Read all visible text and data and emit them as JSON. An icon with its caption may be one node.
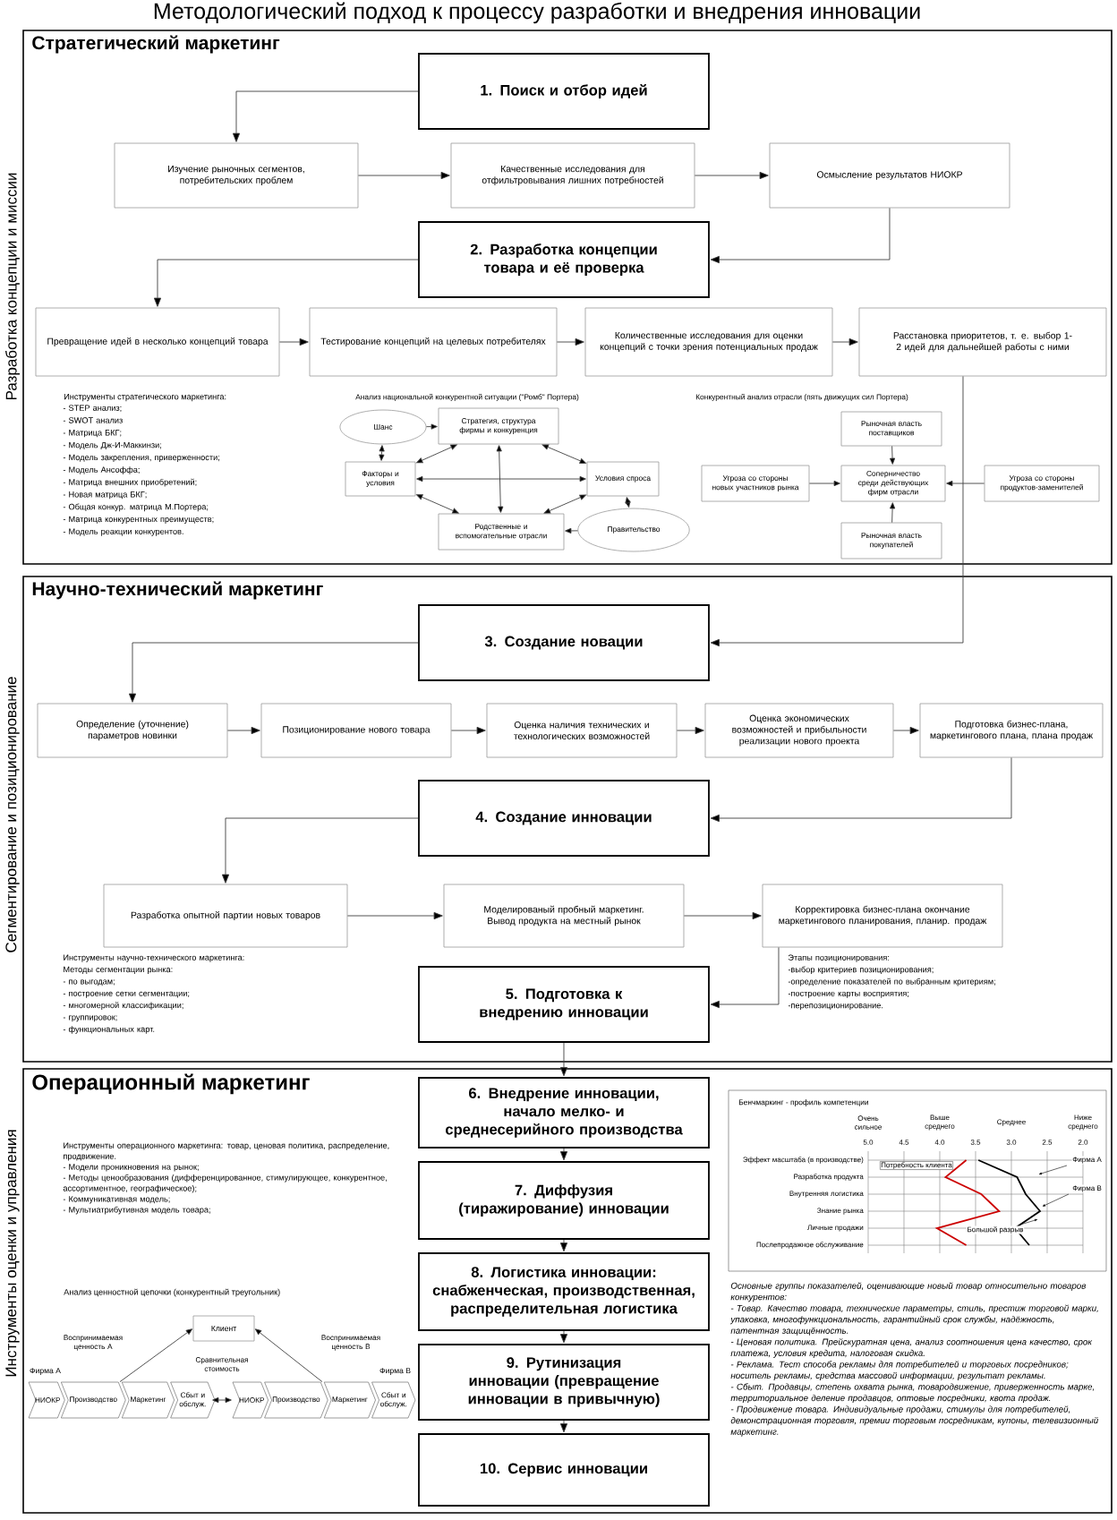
{
  "diagram": {
    "title": "Методологический подход к процессу разработки и внедрения инновации",
    "nodes": [
      {
        "text": [
          "Стратегический маркетинг"
        ],
        "beside": [
          "Разработка концепции и миссии"
        ]
      },
      {
        "text": [
          "1. Поиск и отбор идей"
        ],
        "in": 0
      },
      {
        "text": [
          "Изучение рыночных сегментов, потребительских проблем"
        ],
        "in": 0
      },
      {
        "text": [
          "Качественные исследования для отфильтровывания лишних потребностей"
        ],
        "in": 0
      },
      {
        "text": [
          "Осмысление результатов НИОКР"
        ],
        "in": 0
      },
      {
        "text": [
          "2. Разработка концепции товара и её проверка"
        ],
        "in": 0
      },
      {
        "text": [
          "Превращение идей в несколько концепций товара"
        ],
        "in": 0
      },
      {
        "text": [
          "Тестирование концепций на целевых потребителях"
        ],
        "in": 0
      },
      {
        "text": [
          "Количественные исследования для оценки концепций с точки зрения потенциальных продаж"
        ],
        "in": 0
      },
      {
        "text": [
          "Расстановка приоритетов, т. е. выбор 1-2 идей для дальнейшей работы с ними"
        ],
        "in": 0
      },
      {
        "text": [
          "Шанс"
        ],
        "in": 0
      },
      {
        "text": [
          "Стратегия, структура фирмы и конкуренция"
        ],
        "in": 0
      },
      {
        "text": [
          "Факторы и условия"
        ],
        "in": 0
      },
      {
        "text": [
          "Условия спроса"
        ],
        "in": 0
      },
      {
        "text": [
          "Родственные и вспомогательные отрасли"
        ],
        "in": 0
      },
      {
        "text": [
          "Правительство"
        ],
        "in": 0
      },
      {
        "text": [
          "Рыночная власть поставщиков"
        ],
        "in": 0
      },
      {
        "text": [
          "Угроза со стороны новых участников рынка"
        ],
        "in": 0
      },
      {
        "text": [
          "Соперничество среди действующих фирм отрасли"
        ],
        "in": 0
      },
      {
        "text": [
          "Угроза со стороны продуктов-заменителей"
        ],
        "in": 0
      },
      {
        "text": [
          "Рыночная власть покупателей"
        ],
        "in": 0
      },
      {
        "text": [
          "Научно-технический маркетинг"
        ],
        "beside": [
          "Сегментирование и позиционирование"
        ]
      },
      {
        "text": [
          "3. Создание новации"
        ],
        "in": 21
      },
      {
        "text": [
          "Определение (уточнение) параметров новинки"
        ],
        "in": 21
      },
      {
        "text": [
          "Позиционирование нового товара"
        ],
        "in": 21
      },
      {
        "text": [
          "Оценка наличия технических и технологических возможностей"
        ],
        "in": 21
      },
      {
        "text": [
          "Оценка экономических возможностей и прибыльности реализации нового проекта"
        ],
        "in": 21
      },
      {
        "text": [
          "Подготовка бизнес-плана, маркетингового плана, плана продаж"
        ],
        "in": 21
      },
      {
        "text": [
          "4. Создание инновации"
        ],
        "in": 21
      },
      {
        "text": [
          "Разработка опытной партии новых товаров"
        ],
        "in": 21
      },
      {
        "text": [
          "Моделированый пробный маркетинг. Вывод продукта на местный рынок"
        ],
        "in": 21
      },
      {
        "text": [
          "Корректировка бизнес-плана окончание маркетингового планирования, планир. продаж"
        ],
        "in": 21
      },
      {
        "text": [
          "5. Подготовка к внедрению инновации"
        ],
        "in": 21
      },
      {
        "text": [
          "Операционный маркетинг"
        ],
        "beside": [
          "Инструменты оценки и управления"
        ]
      },
      {
        "text": [
          "6. Внедрение инновации, начало мелко- и среднесерийного производства"
        ],
        "in": 33
      },
      {
        "text": [
          "7. Диффузия (тиражирование) инновации"
        ],
        "in": 33
      },
      {
        "text": [
          "8. Логистика инновации: снабженческая, производственная, распределительная логистика"
        ],
        "in": 33
      },
      {
        "text": [
          "9. Рутинизация инновации (превращение инновации в привычную)"
        ],
        "in": 33
      },
      {
        "text": [
          "10. Сервис инновации"
        ],
        "in": 33
      },
      {
        "text": [
          "Клиент"
        ],
        "in": 33
      },
      {
        "text": [
          "НИОКР",
          "Производство",
          "Маркетинг",
          "Сбыт и обслуж."
        ],
        "beside": [
          "Фирма А"
        ],
        "in": 33
      },
      {
        "text": [
          "НИОКР",
          "Производство",
          "Маркетинг",
          "Сбыт и обслуж."
        ],
        "beside": [
          "Фирма В"
        ],
        "in": 33
      }
    ],
    "edges": [
      {
        "from": 1,
        "to": 2,
        "arrow": "to"
      },
      {
        "from": 2,
        "to": 3,
        "arrow": "to"
      },
      {
        "from": 3,
        "to": 4,
        "arrow": "to"
      },
      {
        "from": 4,
        "to": 5,
        "arrow": "to"
      },
      {
        "from": 5,
        "to": 6,
        "arrow": "to"
      },
      {
        "from": 6,
        "to": 7,
        "arrow": "to"
      },
      {
        "from": 7,
        "to": 8,
        "arrow": "to"
      },
      {
        "from": 8,
        "to": 9,
        "arrow": "to"
      },
      {
        "from": 9,
        "to": 22,
        "arrow": "to"
      },
      {
        "from": 12,
        "to": 11,
        "arrow": "both"
      },
      {
        "from": 11,
        "to": 13,
        "arrow": "both"
      },
      {
        "from": 13,
        "to": 14,
        "arrow": "both"
      },
      {
        "from": 14,
        "to": 12,
        "arrow": "both"
      },
      {
        "from": 12,
        "to": 13,
        "arrow": "both"
      },
      {
        "from": 11,
        "to": 14,
        "arrow": "both"
      },
      {
        "from": 10,
        "to": 11,
        "arrow": "to"
      },
      {
        "from": 10,
        "to": 12,
        "arrow": "both"
      },
      {
        "from": 15,
        "to": 13,
        "arrow": "both"
      },
      {
        "from": 15,
        "to": 14,
        "arrow": "to"
      },
      {
        "from": 16,
        "to": 18,
        "arrow": "to"
      },
      {
        "from": 17,
        "to": 18,
        "arrow": "to"
      },
      {
        "from": 19,
        "to": 18,
        "arrow": "to"
      },
      {
        "from": 20,
        "to": 18,
        "arrow": "to"
      },
      {
        "from": 22,
        "to": 23,
        "arrow": "to"
      },
      {
        "from": 23,
        "to": 24,
        "arrow": "to"
      },
      {
        "from": 24,
        "to": 25,
        "arrow": "to"
      },
      {
        "from": 25,
        "to": 26,
        "arrow": "to"
      },
      {
        "from": 26,
        "to": 27,
        "arrow": "to"
      },
      {
        "from": 27,
        "to": 28,
        "arrow": "to"
      },
      {
        "from": 28,
        "to": 29,
        "arrow": "to"
      },
      {
        "from": 29,
        "to": 30,
        "arrow": "to"
      },
      {
        "from": 30,
        "to": 31,
        "arrow": "to"
      },
      {
        "from": 31,
        "to": 32,
        "arrow": "to"
      },
      {
        "from": 32,
        "to": 34,
        "arrow": "to"
      },
      {
        "from": 34,
        "to": 35,
        "arrow": "to"
      },
      {
        "from": 35,
        "to": 36,
        "arrow": "to"
      },
      {
        "from": 36,
        "to": 37,
        "arrow": "to"
      },
      {
        "from": 37,
        "to": 38,
        "arrow": "to"
      },
      {
        "from": 40,
        "to": 39,
        "arrow": "to",
        "label": "Воспринимаемая ценность А"
      },
      {
        "from": 41,
        "to": 39,
        "arrow": "to",
        "label": "Воспринимаемая ценность В"
      },
      {
        "from": 40,
        "to": 41,
        "arrow": "both",
        "label": "Сравнительная стоимость"
      }
    ],
    "labels": [
      "Инструменты стратегического маркетинга:",
      "Анализ национальной конкурентной ситуации (\"Ромб\" Портера)",
      "Конкурентный анализ отрасли (пять движущих сил Портера)",
      "- STEP анализ;",
      "- SWOT анализ",
      "- Матрица БКГ;",
      "- Модель Дж-И-Маккинзи;",
      "- Модель закрепления, приверженности;",
      "- Модель Ансоффа;",
      "- Матрица внешних приобретений;",
      "- Новая матрица БКГ;",
      "- Общая конкур. матрица М.Портера;",
      "- Матрица конкурентных преимуществ;",
      "- Модель реакции конкурентов.",
      "Инструменты научно-технического маркетинга:",
      "Методы сегментации рынка:",
      "- по выгодам;",
      "- построение сетки сегментации;",
      "- многомерной классификации;",
      "- группировок;",
      "- функциональных карт.",
      "Этапы позиционирования:",
      "-выбор критериев позиционирования;",
      "-определение показателей по выбранным критериям;",
      "-построение карты восприятия;",
      "-перепозиционирование.",
      "Инструменты операционного маркетинга: товар, ценовая политика, распределение, продвижение.",
      "- Модели проникновения на рынок;",
      "- Методы ценообразования (дифференцированное, стимулирующее, конкурентное, ассортиментное, географическое);",
      "- Коммуникативная модель;",
      "- Мультиатрибутивная модель товара;",
      "Анализ ценностной цепочки (конкурентный треугольник)",
      "Бенчмаркинг - профиль компетенции",
      "Очень сильное",
      "Выше среднего",
      "Среднее",
      "Ниже среднего",
      "5.0",
      "4.5",
      "4.0",
      "3.5",
      "3.0",
      "2.5",
      "2.0",
      "Эффект масштаба (в производстве)",
      "Разработка продукта",
      "Внутренняя логистика",
      "Знание рынка",
      "Личные продажи",
      "Послепродажное обслуживание",
      "Потребность клиента",
      "Фирма А",
      "Фирма В",
      "Большой разрыв",
      "Основные группы показателей, оценивающие новый товар относительно товаров конкурентов:",
      "- Товар. Качество товара, технические параметры, стиль, престиж торговой марки, упаковка, многофункциональность, гарантийный срок службы, надёжность, патентная защищённость.",
      "- Ценовая политика. Прейскуратная цена, анализ соотношения цена качество, срок платежа, условия кредита, налоговая скидка.",
      "- Реклама. Тест способа рекламы для потребителей и торговых посредников; носитель рекламы, средства массовой информации, результат рекламы.",
      "- Сбыт. Продавцы, степень охвата рынка, товародвижение, приверженность марке, территориальное деление продавцов, оптовые посредники, квота продаж.",
      "- Продвижение товара. Индивидуальные продажи, стимулы для потребителей, демонстрационная торговля, премии торговым посредникам, купоны, телевизионный маркетинг."
    ]
  }
}
